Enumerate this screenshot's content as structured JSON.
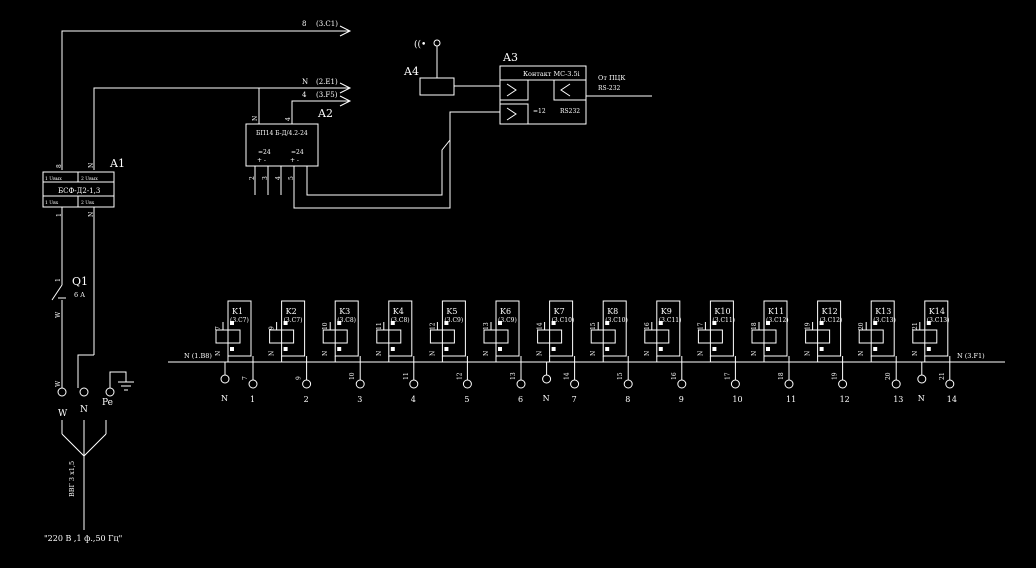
{
  "title_power": "\"220 В ,1 ф.,50 Гц\"",
  "cable": "ВВГ 3 х1,5",
  "top_wires": {
    "s": "8",
    "s_ref": "(3.С1)",
    "n": "N",
    "n_ref": "(2.Е1)",
    "n4": "4",
    "n4_ref": "(3.F5)"
  },
  "a1": {
    "tag": "A1",
    "model": "БСФ-Д2-1,3",
    "in1": "1  Uвых",
    "in2": "2  Uвых",
    "out1": "1  Uвх",
    "out2": "2  Uвх",
    "top_l": "8",
    "top_r": "N",
    "bot_l": "1",
    "bot_r": "N"
  },
  "a2": {
    "tag": "A2",
    "model": "БП14 Б-Д/4.2-24",
    "v1": "=24",
    "v2": "=24",
    "p1": "+   -",
    "p2": "+   -",
    "top_l": "N",
    "top_r": "4",
    "terms": [
      "2",
      "3",
      "4",
      "5"
    ]
  },
  "a3": {
    "tag": "A3",
    "model": "Контакт МС-3.5i",
    "v": "=12",
    "port": "RS232"
  },
  "a4": {
    "tag": "A4",
    "radio": "((•"
  },
  "pu": {
    "line1": "От ПЦК",
    "line2": "RS-232"
  },
  "q1": {
    "tag": "Q1",
    "rating": "6 A",
    "top": "1",
    "bot": "W"
  },
  "input": {
    "w": "W",
    "n": "N",
    "pe": "Pe",
    "wl": "W"
  },
  "bus": {
    "left_label": "N (1.В8)",
    "right_label": "N   (3.F1)"
  },
  "relays": [
    {
      "name": "K1",
      "ref": "(3.С7)",
      "wire": "7",
      "out": "1"
    },
    {
      "name": "K2",
      "ref": "(3.С7)",
      "wire": "9",
      "out": "2"
    },
    {
      "name": "K3",
      "ref": "(3.С8)",
      "wire": "10",
      "out": "3"
    },
    {
      "name": "K4",
      "ref": "(3.С8)",
      "wire": "11",
      "out": "4"
    },
    {
      "name": "K5",
      "ref": "(3.С9)",
      "wire": "12",
      "out": "5"
    },
    {
      "name": "K6",
      "ref": "(3.С9)",
      "wire": "13",
      "out": "6"
    },
    {
      "name": "K7",
      "ref": "(3.С10)",
      "wire": "14",
      "out": "7"
    },
    {
      "name": "K8",
      "ref": "(3.С10)",
      "wire": "15",
      "out": "8"
    },
    {
      "name": "K9",
      "ref": "(3.С11)",
      "wire": "16",
      "out": "9"
    },
    {
      "name": "K10",
      "ref": "(3.С11)",
      "wire": "17",
      "out": "10"
    },
    {
      "name": "K11",
      "ref": "(3.С12)",
      "wire": "18",
      "out": "11"
    },
    {
      "name": "K12",
      "ref": "(3.С12)",
      "wire": "19",
      "out": "12"
    },
    {
      "name": "K13",
      "ref": "(3.С13)",
      "wire": "20",
      "out": "13"
    },
    {
      "name": "K14",
      "ref": "(3.С13)",
      "wire": "21",
      "out": "14"
    }
  ],
  "n_terminals": [
    "N",
    "N",
    "N"
  ],
  "colors": {
    "bg": "#000000",
    "line": "#ffffff"
  }
}
